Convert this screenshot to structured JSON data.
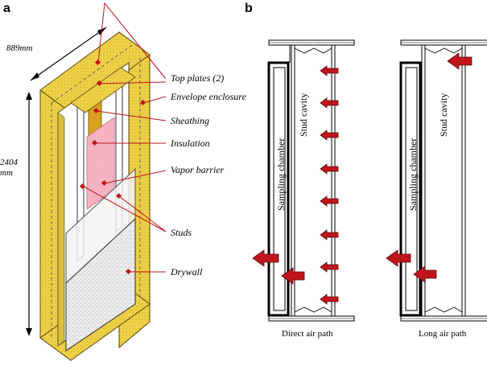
{
  "panels": {
    "a": "a",
    "b": "b"
  },
  "dimensions": {
    "width": "889mm",
    "height_value": "2404",
    "height_unit": "mm"
  },
  "component_labels": {
    "top_plates": "Top plates (2)",
    "envelope": "Envelope enclosure",
    "sheathing": "Sheathing",
    "insulation": "Insulation",
    "vapor_barrier": "Vapor barrier",
    "studs": "Studs",
    "drywall": "Drywall"
  },
  "airpath": {
    "left": {
      "chamber": "Sampling chamber",
      "cavity": "Stud cavity",
      "caption": "Direct air path"
    },
    "right": {
      "chamber": "Sampling chamber",
      "cavity": "Stud cavity",
      "caption": "Long air path"
    }
  },
  "colors": {
    "wood": "#f2d54a",
    "wood_edge": "#5a4a10",
    "sheathing": "#d9a21e",
    "insulation": "#f6b3c1",
    "drywall": "#ececec",
    "arrow": "#c0141c",
    "leader": "#c0141c"
  }
}
